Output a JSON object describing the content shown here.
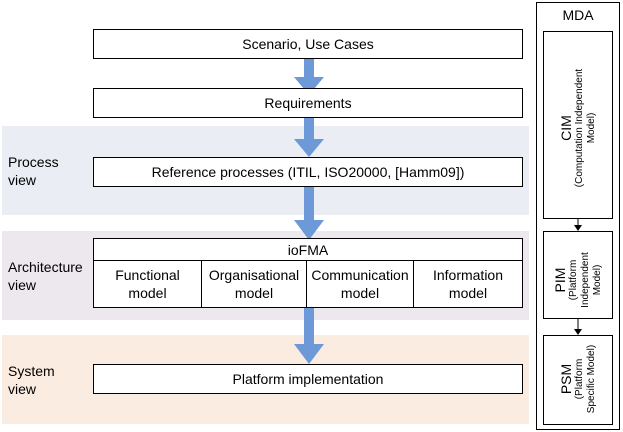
{
  "boxes": {
    "scenario": "Scenario, Use Cases",
    "requirements": "Requirements",
    "reference": "Reference processes (ITIL, ISO20000, [Hamm09])",
    "platform": "Platform implementation"
  },
  "views": {
    "process": "Process\nview",
    "architecture": "Architecture\nview",
    "system": "System\nview"
  },
  "iofma": {
    "title": "ioFMA",
    "models": [
      "Functional\nmodel",
      "Organisational\nmodel",
      "Communication\nmodel",
      "Information\nmodel"
    ]
  },
  "mda": {
    "title": "MDA",
    "cim": {
      "name": "CIM",
      "desc": [
        "(Computation Independent",
        "Model)"
      ]
    },
    "pim": {
      "name": "PIM",
      "desc": [
        "(Platform",
        "Independent",
        "Model)"
      ]
    },
    "psm": {
      "name": "PSM",
      "desc": [
        "(Platform",
        "Specific Model)"
      ]
    }
  },
  "colors": {
    "arrow": "#6e99d8",
    "process_band": "#eaeef4",
    "architecture_band": "#ece8ee",
    "system_band": "#fbece1"
  }
}
